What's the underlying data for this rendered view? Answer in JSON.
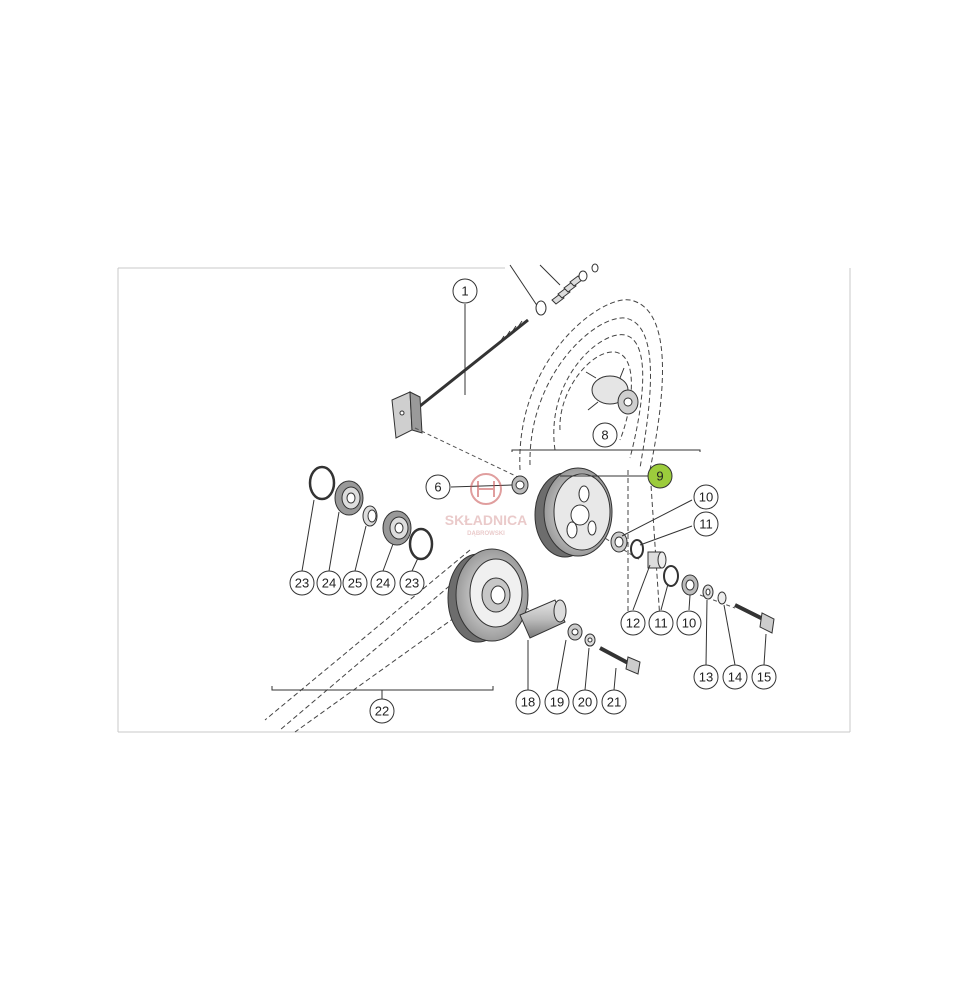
{
  "diagram": {
    "callouts": [
      {
        "id": "c1",
        "label": "1"
      },
      {
        "id": "c6",
        "label": "6"
      },
      {
        "id": "c8",
        "label": "8"
      },
      {
        "id": "c9",
        "label": "9",
        "highlight": true
      },
      {
        "id": "c10a",
        "label": "10"
      },
      {
        "id": "c11a",
        "label": "11"
      },
      {
        "id": "c12",
        "label": "12"
      },
      {
        "id": "c11b",
        "label": "11"
      },
      {
        "id": "c10b",
        "label": "10"
      },
      {
        "id": "c13",
        "label": "13"
      },
      {
        "id": "c14",
        "label": "14"
      },
      {
        "id": "c15",
        "label": "15"
      },
      {
        "id": "c18",
        "label": "18"
      },
      {
        "id": "c19",
        "label": "19"
      },
      {
        "id": "c20",
        "label": "20"
      },
      {
        "id": "c21",
        "label": "21"
      },
      {
        "id": "c22",
        "label": "22"
      },
      {
        "id": "c23a",
        "label": "23"
      },
      {
        "id": "c24a",
        "label": "24"
      },
      {
        "id": "c25",
        "label": "25"
      },
      {
        "id": "c24b",
        "label": "24"
      },
      {
        "id": "c23b",
        "label": "23"
      }
    ],
    "highlight_color": "#9ccc3c",
    "line_color": "#333333"
  },
  "watermark": {
    "brand": "SKŁADNICA",
    "sub": "DĄBROWSKI",
    "color": "#c85050"
  }
}
